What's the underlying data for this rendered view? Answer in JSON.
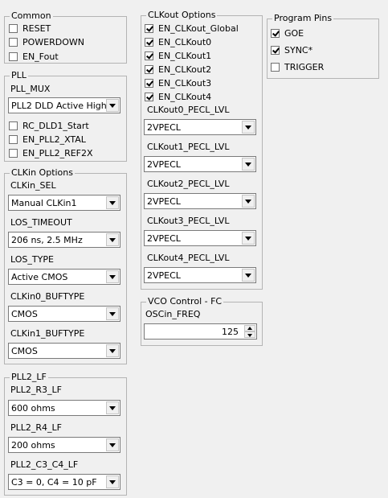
{
  "common": {
    "title": "Common",
    "checkboxes": [
      {
        "label": "RESET",
        "checked": false
      },
      {
        "label": "POWERDOWN",
        "checked": false
      },
      {
        "label": "EN_Fout",
        "checked": false
      }
    ]
  },
  "pll": {
    "title": "PLL",
    "mux_label": "PLL_MUX",
    "mux_value": "PLL2 DLD Active High",
    "checkboxes": [
      {
        "label": "RC_DLD1_Start",
        "checked": false
      },
      {
        "label": "EN_PLL2_XTAL",
        "checked": false
      },
      {
        "label": "EN_PLL2_REF2X",
        "checked": false
      }
    ]
  },
  "clkin": {
    "title": "CLKin Options",
    "fields": [
      {
        "label": "CLKin_SEL",
        "value": "Manual CLKin1"
      },
      {
        "label": "LOS_TIMEOUT",
        "value": "206 ns, 2.5 MHz"
      },
      {
        "label": "LOS_TYPE",
        "value": "Active CMOS"
      },
      {
        "label": "CLKin0_BUFTYPE",
        "value": "CMOS"
      },
      {
        "label": "CLKin1_BUFTYPE",
        "value": "CMOS"
      }
    ]
  },
  "pll2_lf": {
    "title": "PLL2_LF",
    "fields": [
      {
        "label": "PLL2_R3_LF",
        "value": "600 ohms"
      },
      {
        "label": "PLL2_R4_LF",
        "value": "200 ohms"
      },
      {
        "label": "PLL2_C3_C4_LF",
        "value": "C3 = 0, C4 = 10 pF"
      }
    ]
  },
  "clkout": {
    "title": "CLKout Options",
    "checkboxes": [
      {
        "label": "EN_CLKout_Global",
        "checked": true
      },
      {
        "label": "EN_CLKout0",
        "checked": true
      },
      {
        "label": "EN_CLKout1",
        "checked": true
      },
      {
        "label": "EN_CLKout2",
        "checked": true
      },
      {
        "label": "EN_CLKout3",
        "checked": true
      },
      {
        "label": "EN_CLKout4",
        "checked": true
      }
    ],
    "fields": [
      {
        "label": "CLKout0_PECL_LVL",
        "value": "2VPECL"
      },
      {
        "label": "CLKout1_PECL_LVL",
        "value": "2VPECL"
      },
      {
        "label": "CLKout2_PECL_LVL",
        "value": "2VPECL"
      },
      {
        "label": "CLKout3_PECL_LVL",
        "value": "2VPECL"
      },
      {
        "label": "CLKout4_PECL_LVL",
        "value": "2VPECL"
      }
    ]
  },
  "vco": {
    "title": "VCO Control - FC",
    "oscin_label": "OSCin_FREQ",
    "oscin_value": "125"
  },
  "pins": {
    "title": "Program Pins",
    "checkboxes": [
      {
        "label": "GOE",
        "checked": true
      },
      {
        "label": "SYNC*",
        "checked": true
      },
      {
        "label": "TRIGGER",
        "checked": false
      }
    ]
  }
}
